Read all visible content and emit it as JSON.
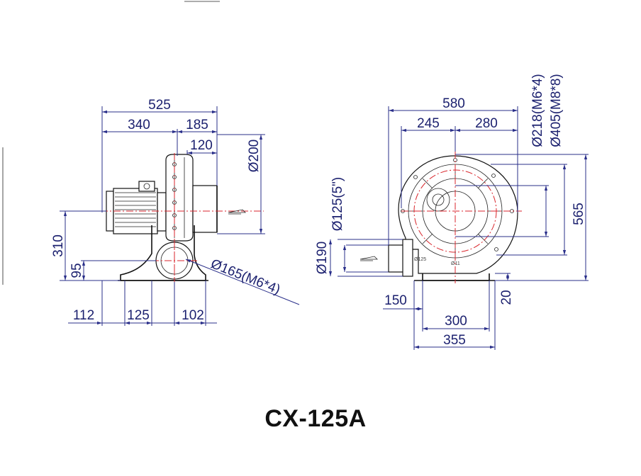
{
  "model": "CX-125A",
  "side_view": {
    "dims": {
      "overall_length": "525",
      "motor_length": "340",
      "housing_length": "185",
      "outlet_offset": "120",
      "outlet_diameter": "Ø200",
      "center_height": "310",
      "outlet_height": "95",
      "base_a": "112",
      "base_b": "125",
      "base_c": "102",
      "flange": "Ø165(M6*4)"
    }
  },
  "front_view": {
    "dims": {
      "overall_width": "580",
      "left_width": "245",
      "right_width": "280",
      "bolt_circle_a": "Ø218(M6*4)",
      "bolt_circle_b": "Ø405(M8*8)",
      "overall_height": "565",
      "inlet_diameter": "Ø125(5\")",
      "inlet_flange": "Ø190",
      "inlet_offset": "150",
      "base_span": "300",
      "base_width": "355",
      "base_height": "20",
      "small_label_a": "Ø125",
      "small_label_b": "Ø11"
    }
  }
}
